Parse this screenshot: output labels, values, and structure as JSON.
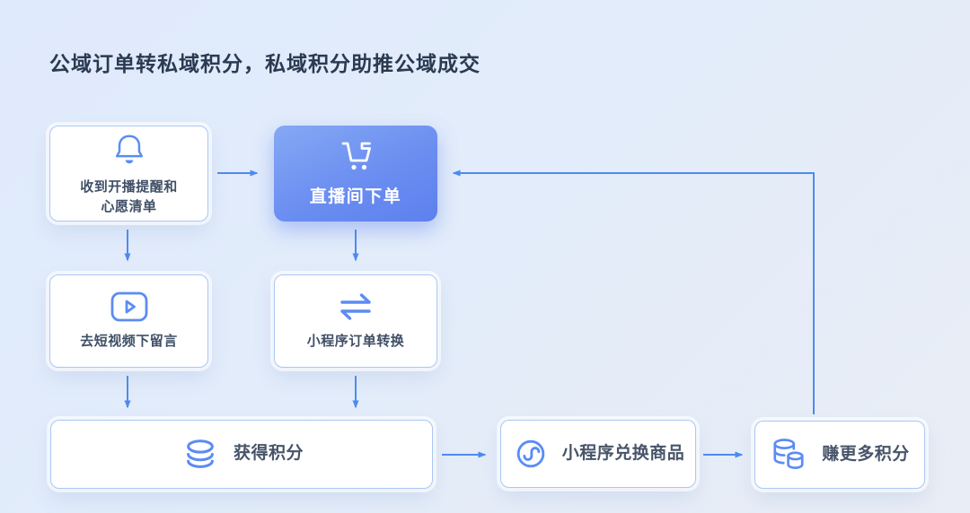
{
  "title": "公域订单转私域积分，私域积分助推公域成交",
  "flow": {
    "nodes": [
      {
        "id": "receive-reminder",
        "label": "收到开播提醒和\n心愿清单",
        "icon": "bell-icon",
        "highlight": false
      },
      {
        "id": "live-room-order",
        "label": "直播间下单",
        "icon": "shopping-cart-icon",
        "highlight": true
      },
      {
        "id": "short-video-comment",
        "label": "去短视频下留言",
        "icon": "video-play-icon",
        "highlight": false
      },
      {
        "id": "miniprogram-order-convert",
        "label": "小程序订单转换",
        "icon": "exchange-arrows-icon",
        "highlight": false
      },
      {
        "id": "earn-points",
        "label": "获得积分",
        "icon": "coins-stack-icon",
        "highlight": false
      },
      {
        "id": "miniprogram-redeem",
        "label": "小程序兑换商品",
        "icon": "miniprogram-icon",
        "highlight": false
      },
      {
        "id": "earn-more-points",
        "label": "赚更多积分",
        "icon": "coins-double-icon",
        "highlight": false
      }
    ],
    "edges": [
      {
        "from": "receive-reminder",
        "to": "live-room-order"
      },
      {
        "from": "receive-reminder",
        "to": "short-video-comment"
      },
      {
        "from": "live-room-order",
        "to": "miniprogram-order-convert"
      },
      {
        "from": "short-video-comment",
        "to": "earn-points"
      },
      {
        "from": "miniprogram-order-convert",
        "to": "earn-points"
      },
      {
        "from": "earn-points",
        "to": "miniprogram-redeem"
      },
      {
        "from": "miniprogram-redeem",
        "to": "earn-more-points"
      },
      {
        "from": "earn-more-points",
        "to": "live-room-order"
      }
    ]
  },
  "colors": {
    "arrow": "#4d8af0",
    "icon_stroke": "#5b8cf4",
    "highlight_gradient_start": "#85a9f4",
    "highlight_gradient_end": "#5d80ee",
    "background_start": "#dfeafc",
    "background_end": "#e9edf5",
    "title_text": "#2b3a52",
    "label_text": "#3f4f66",
    "box_border": "#a9c7f4"
  }
}
